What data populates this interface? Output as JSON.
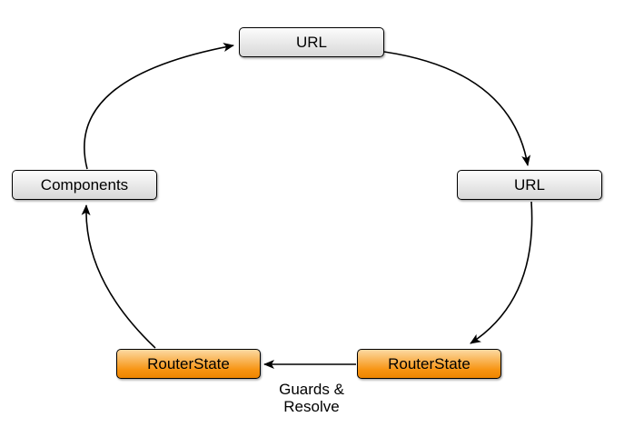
{
  "diagram": {
    "description": "Router cycle diagram",
    "nodes": [
      {
        "id": "url-top",
        "label": "URL",
        "style": "gray"
      },
      {
        "id": "url-right",
        "label": "URL",
        "style": "gray"
      },
      {
        "id": "components",
        "label": "Components",
        "style": "gray"
      },
      {
        "id": "routerstate-right",
        "label": "RouterState",
        "style": "orange"
      },
      {
        "id": "routerstate-left",
        "label": "RouterState",
        "style": "orange"
      }
    ],
    "edges": [
      {
        "from": "components",
        "to": "url-top",
        "label": ""
      },
      {
        "from": "url-top",
        "to": "url-right",
        "label": ""
      },
      {
        "from": "url-right",
        "to": "routerstate-right",
        "label": ""
      },
      {
        "from": "routerstate-right",
        "to": "routerstate-left",
        "label": "Guards & Resolve"
      },
      {
        "from": "routerstate-left",
        "to": "components",
        "label": ""
      }
    ],
    "edge_label": {
      "line1": "Guards &",
      "line2": "Resolve"
    }
  },
  "colors": {
    "gray-top": "#fcfcfc",
    "gray-bottom": "#d8d8d8",
    "orange-top": "#fcd9a2",
    "orange-mid": "#f79310",
    "orange-bottom": "#ee8500",
    "stroke": "#000000",
    "background": "#ffffff"
  }
}
